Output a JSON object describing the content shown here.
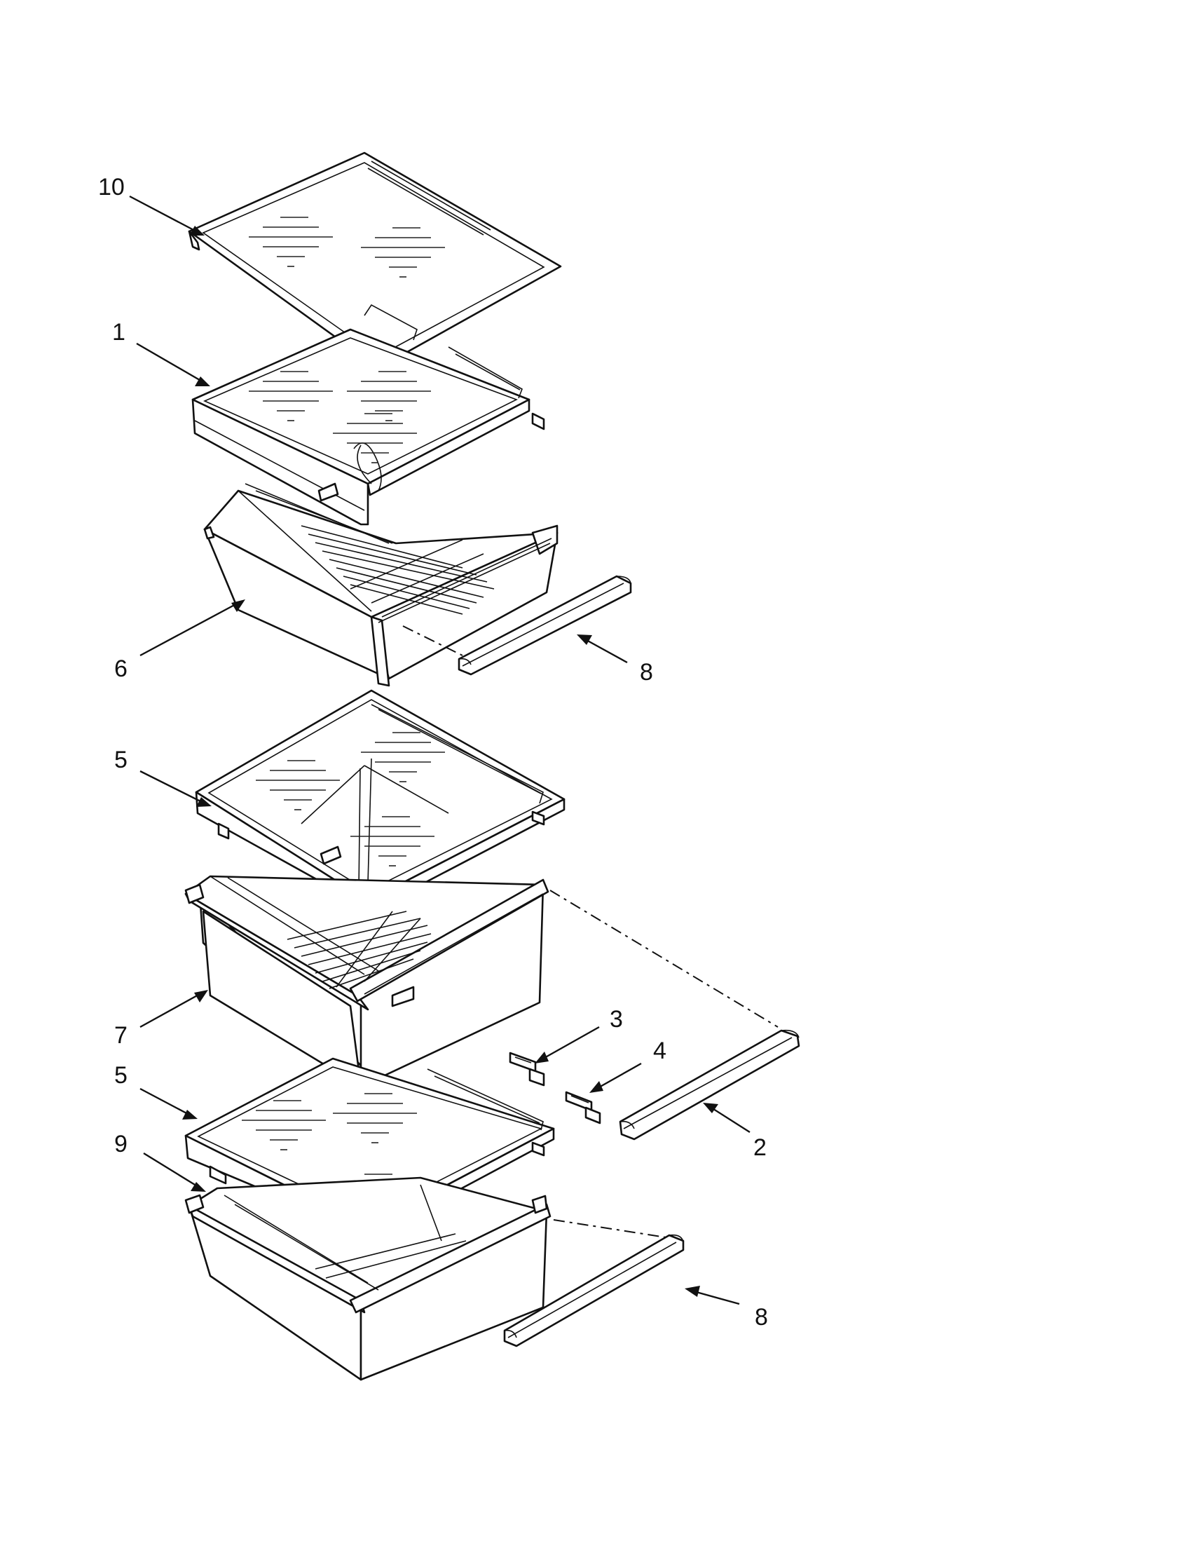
{
  "diagram": {
    "callouts": [
      {
        "id": "c10",
        "label": "10"
      },
      {
        "id": "c1",
        "label": "1"
      },
      {
        "id": "c6",
        "label": "6"
      },
      {
        "id": "c8a",
        "label": "8"
      },
      {
        "id": "c5a",
        "label": "5"
      },
      {
        "id": "c7",
        "label": "7"
      },
      {
        "id": "c3",
        "label": "3"
      },
      {
        "id": "c4",
        "label": "4"
      },
      {
        "id": "c2",
        "label": "2"
      },
      {
        "id": "c5b",
        "label": "5"
      },
      {
        "id": "c9",
        "label": "9"
      },
      {
        "id": "c8b",
        "label": "8"
      }
    ]
  }
}
